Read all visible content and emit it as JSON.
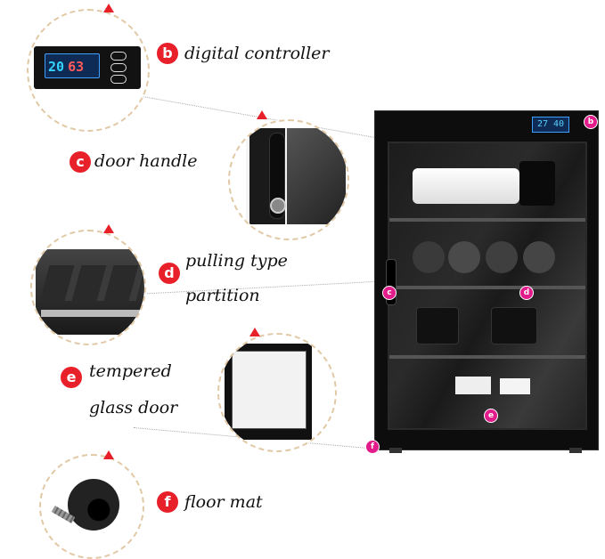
{
  "callouts": [
    {
      "letter": "b",
      "label": "digital controller"
    },
    {
      "letter": "c",
      "label": "door handle"
    },
    {
      "letter": "d",
      "label_line1": "pulling type",
      "label_line2": "partition"
    },
    {
      "letter": "e",
      "label_line1": "tempered",
      "label_line2": "glass door"
    },
    {
      "letter": "f",
      "label": "floor mat"
    }
  ],
  "controller": {
    "temp": "20",
    "humidity": "63"
  },
  "cabinet": {
    "display_text": "27 40",
    "markers": [
      "b",
      "c",
      "d",
      "e",
      "f"
    ]
  },
  "colors": {
    "accent": "#e8202a",
    "cabinet": "#111111",
    "marker": "#e31c8c",
    "ring": "#e2c9a6"
  }
}
